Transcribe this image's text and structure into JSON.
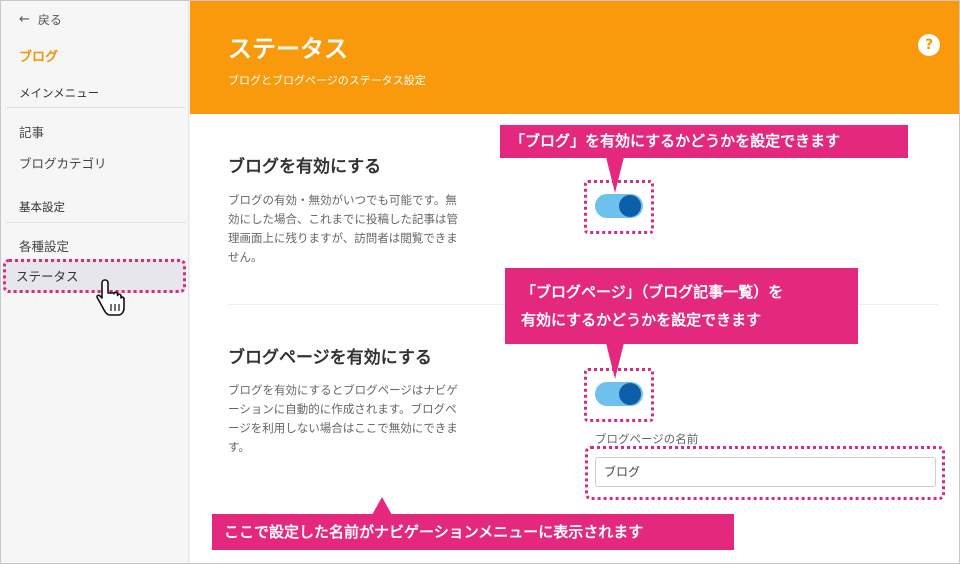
{
  "sidebar": {
    "back_label": "戻る",
    "blog_label": "ブログ",
    "section_main": "メインメニュー",
    "item_articles": "記事",
    "item_categories": "ブログカテゴリ",
    "section_basic": "基本設定",
    "item_settings": "各種設定",
    "item_status": "ステータス"
  },
  "header": {
    "title": "ステータス",
    "subtitle": "ブログとブログページのステータス設定",
    "help": "?"
  },
  "section_blog": {
    "title": "ブログを有効にする",
    "desc": "ブログの有効・無効がいつでも可能です。無効にした場合、これまでに投稿した記事は管理画面上に残りますが、訪問者は閲覧できません。",
    "enabled": true
  },
  "section_page": {
    "title": "ブログページを有効にする",
    "desc": "ブログを有効にするとブログページはナビゲーションに自動的に作成されます。ブログページを利用しない場合はここで無効にできます。",
    "enabled": true,
    "field_label": "ブログページの名前",
    "field_value": "ブログ"
  },
  "callouts": {
    "c1": "「ブログ」を有効にするかどうかを設定できます",
    "c2_line1": "「ブログページ」（ブログ記事一覧）を",
    "c2_line2": "有効にするかどうかを設定できます",
    "c3": "ここで設定した名前がナビゲーションメニューに表示されます"
  },
  "colors": {
    "accent": "#f89a0c",
    "callout": "#e3287e",
    "toggle_track": "#6ec1ec",
    "toggle_knob": "#0d5ea8"
  }
}
